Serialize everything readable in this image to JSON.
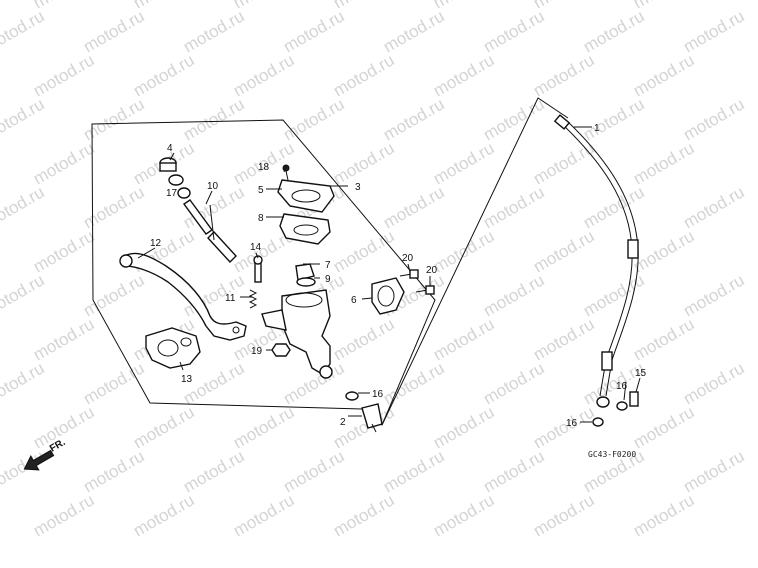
{
  "watermark_text": "motod.ru",
  "direction_label": "FR.",
  "drawing_code": "GC43-F0200",
  "callouts": {
    "c1": "1",
    "c2": "2",
    "c3": "3",
    "c4": "4",
    "c5": "5",
    "c6": "6",
    "c7": "7",
    "c8": "8",
    "c9": "9",
    "c10": "10",
    "c11": "11",
    "c12": "12",
    "c13": "13",
    "c14": "14",
    "c15": "15",
    "c16a": "16",
    "c16b": "16",
    "c16c": "16",
    "c17": "17",
    "c18": "18",
    "c19": "19",
    "c20a": "20",
    "c20b": "20"
  }
}
